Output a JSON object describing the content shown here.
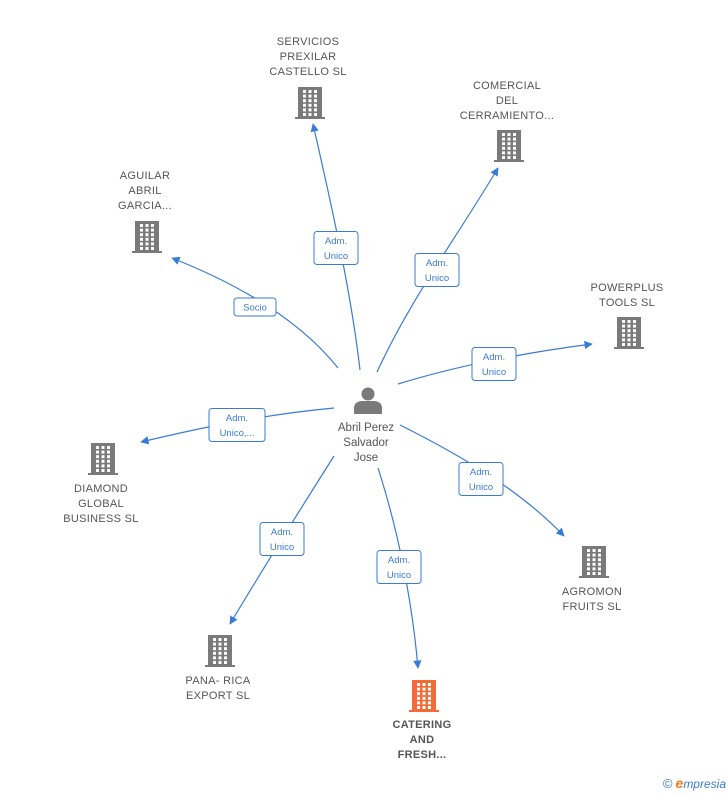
{
  "colors": {
    "edge": "#3a7bd5",
    "building": "#7a7a7a",
    "focus_building": "#f26b38",
    "person": "#7a7a7a"
  },
  "center": {
    "lines": [
      "Abril Perez",
      "Salvador",
      "Jose"
    ],
    "icon": "person-icon"
  },
  "nodes": [
    {
      "id": "servicios",
      "lines": [
        "SERVICIOS",
        "PREXILAR",
        "CASTELLO SL"
      ],
      "icon": "building-icon"
    },
    {
      "id": "comercial",
      "lines": [
        "COMERCIAL",
        "DEL",
        "CERRAMIENTO..."
      ],
      "icon": "building-icon"
    },
    {
      "id": "aguilar",
      "lines": [
        "AGUILAR",
        "ABRIL",
        "GARCIA..."
      ],
      "icon": "building-icon"
    },
    {
      "id": "powerplus",
      "lines": [
        "POWERPLUS",
        "TOOLS  SL"
      ],
      "icon": "building-icon"
    },
    {
      "id": "diamond",
      "lines": [
        "DIAMOND",
        "GLOBAL",
        "BUSINESS  SL"
      ],
      "icon": "building-icon"
    },
    {
      "id": "agromon",
      "lines": [
        "AGROMON",
        "FRUITS  SL"
      ],
      "icon": "building-icon"
    },
    {
      "id": "panarica",
      "lines": [
        "PANA- RICA",
        "EXPORT SL"
      ],
      "icon": "building-icon"
    },
    {
      "id": "catering",
      "lines": [
        "CATERING",
        "AND",
        "FRESH..."
      ],
      "icon": "building-icon",
      "focus": true
    }
  ],
  "edges": [
    {
      "to": "servicios",
      "label": [
        "Adm.",
        "Unico"
      ]
    },
    {
      "to": "comercial",
      "label": [
        "Adm.",
        "Unico"
      ]
    },
    {
      "to": "aguilar",
      "label": [
        "Socio"
      ]
    },
    {
      "to": "powerplus",
      "label": [
        "Adm.",
        "Unico"
      ]
    },
    {
      "to": "diamond",
      "label": [
        "Adm.",
        "Unico,..."
      ]
    },
    {
      "to": "agromon",
      "label": [
        "Adm.",
        "Unico"
      ]
    },
    {
      "to": "panarica",
      "label": [
        "Adm.",
        "Unico"
      ]
    },
    {
      "to": "catering",
      "label": [
        "Adm.",
        "Unico"
      ]
    }
  ],
  "brand": {
    "copyright": "©",
    "e": "e",
    "rest": "mpresia"
  }
}
